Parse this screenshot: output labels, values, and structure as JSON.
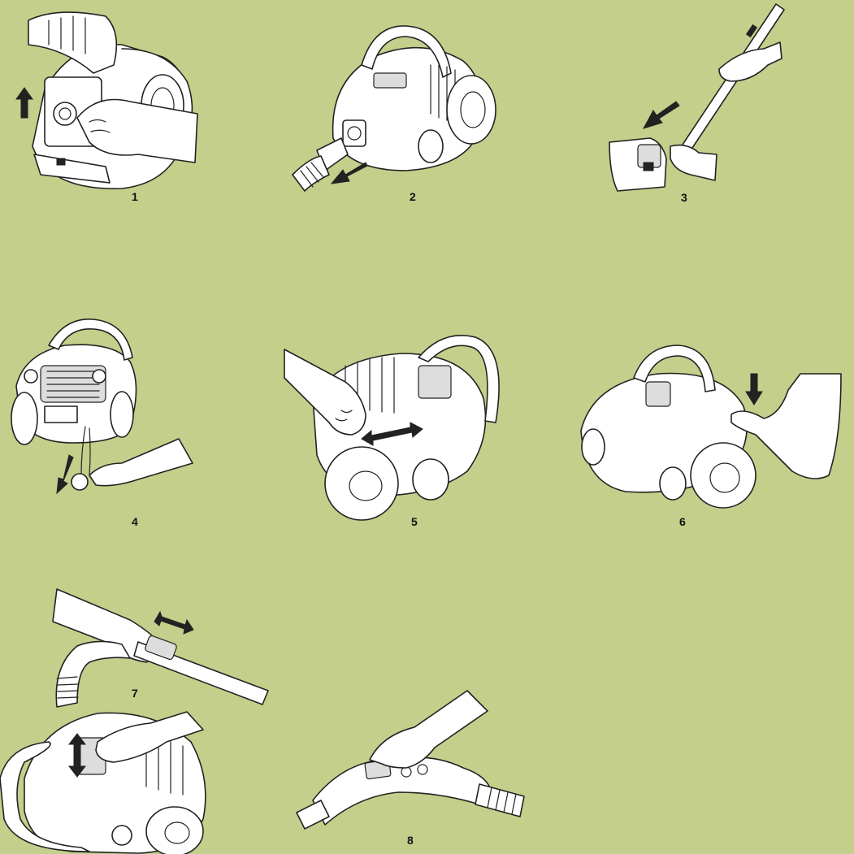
{
  "colors": {
    "background": "#c3cf8b",
    "line": "#222222",
    "fill": "#ffffff",
    "arrow": "#111111"
  },
  "steps": [
    {
      "number": "1",
      "icon": "open-lid-replace-bag-illustration"
    },
    {
      "number": "2",
      "icon": "hose-removal-illustration"
    },
    {
      "number": "3",
      "icon": "floor-nozzle-attach-illustration"
    },
    {
      "number": "4",
      "icon": "power-cord-pull-illustration"
    },
    {
      "number": "5",
      "icon": "switch-on-illustration"
    },
    {
      "number": "6",
      "icon": "cord-rewind-press-illustration"
    },
    {
      "number": "7",
      "icon": "telescopic-tube-adjust-illustration"
    },
    {
      "number": "",
      "icon": "power-slider-adjust-illustration"
    },
    {
      "number": "8",
      "icon": "handle-suction-control-illustration"
    }
  ]
}
